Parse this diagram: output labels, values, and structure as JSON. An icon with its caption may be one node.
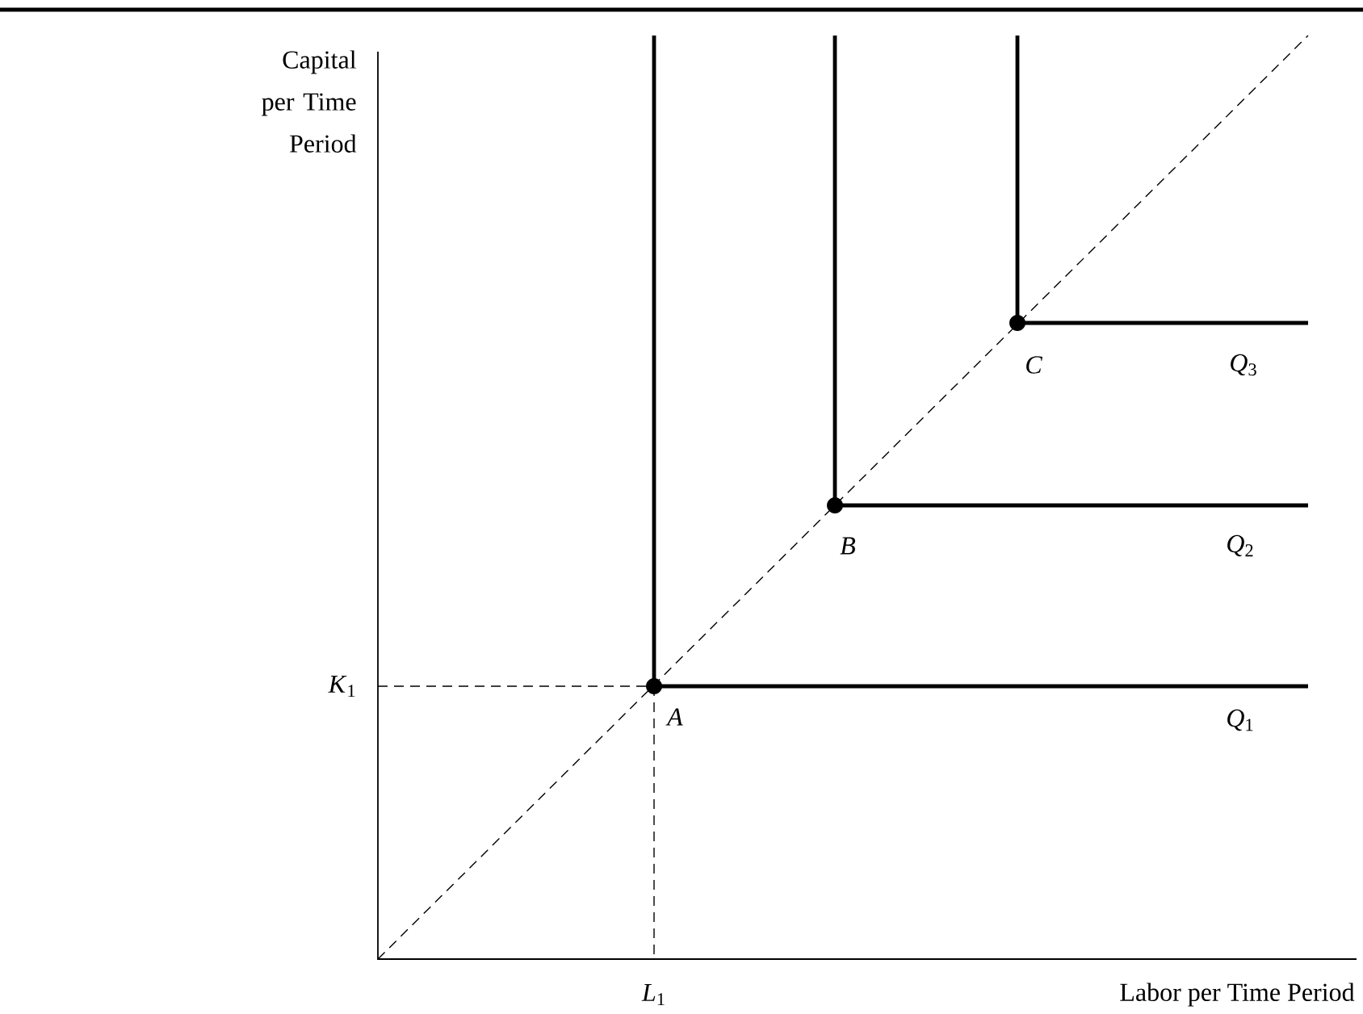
{
  "diagram": {
    "labels": [
      "Capital per Time Period",
      "C",
      "*Q*$_{3}$",
      "B",
      "*Q*$_{2}$",
      "*K*$_{1}$",
      "A",
      "*Q*$_{1}$",
      "*L*$_{1}$",
      "Labor per Time Period"
    ]
  }
}
